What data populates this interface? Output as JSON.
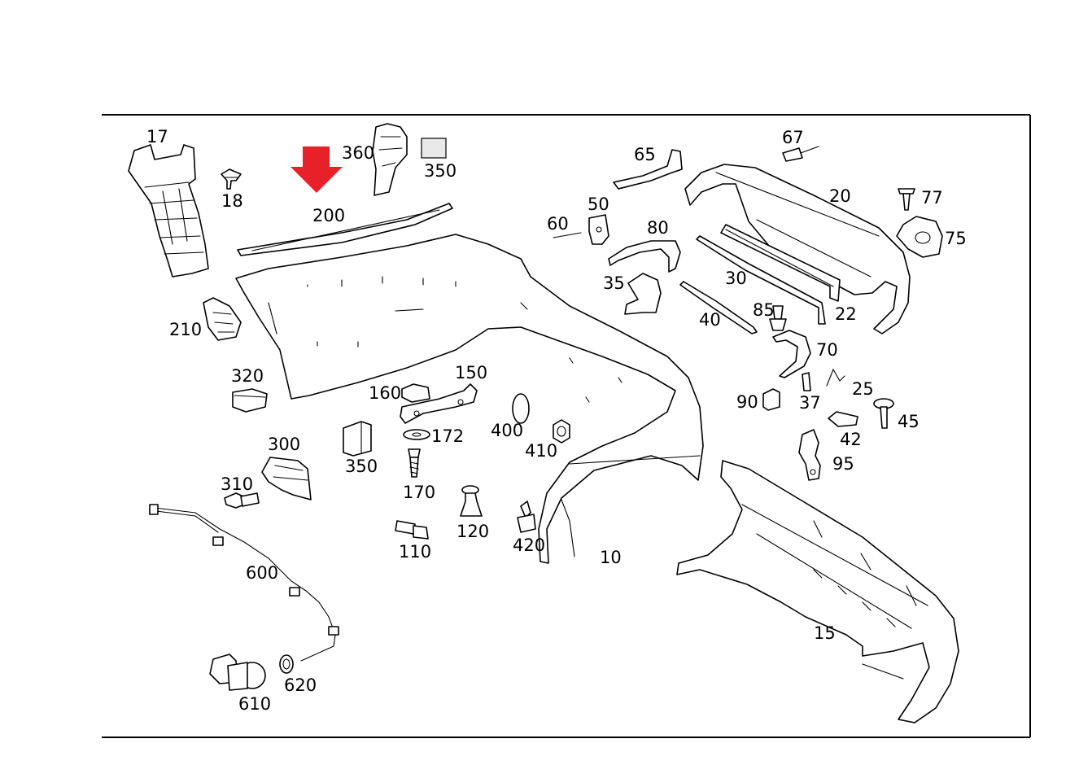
{
  "highlight_color": "#e8202a",
  "highlighted_part": "200",
  "labels": {
    "p10": "10",
    "p15": "15",
    "p17": "17",
    "p18": "18",
    "p20": "20",
    "p22": "22",
    "p25": "25",
    "p30": "30",
    "p35": "35",
    "p37": "37",
    "p40": "40",
    "p42": "42",
    "p45": "45",
    "p50": "50",
    "p60": "60",
    "p65": "65",
    "p67": "67",
    "p70": "70",
    "p75": "75",
    "p77": "77",
    "p80": "80",
    "p85": "85",
    "p90": "90",
    "p95": "95",
    "p110": "110",
    "p120": "120",
    "p150": "150",
    "p160": "160",
    "p170": "170",
    "p172": "172",
    "p200": "200",
    "p210": "210",
    "p300": "300",
    "p310": "310",
    "p320": "320",
    "p350a": "350",
    "p350b": "350",
    "p360": "360",
    "p400": "400",
    "p410": "410",
    "p420": "420",
    "p600": "600",
    "p610": "610",
    "p620": "620"
  }
}
